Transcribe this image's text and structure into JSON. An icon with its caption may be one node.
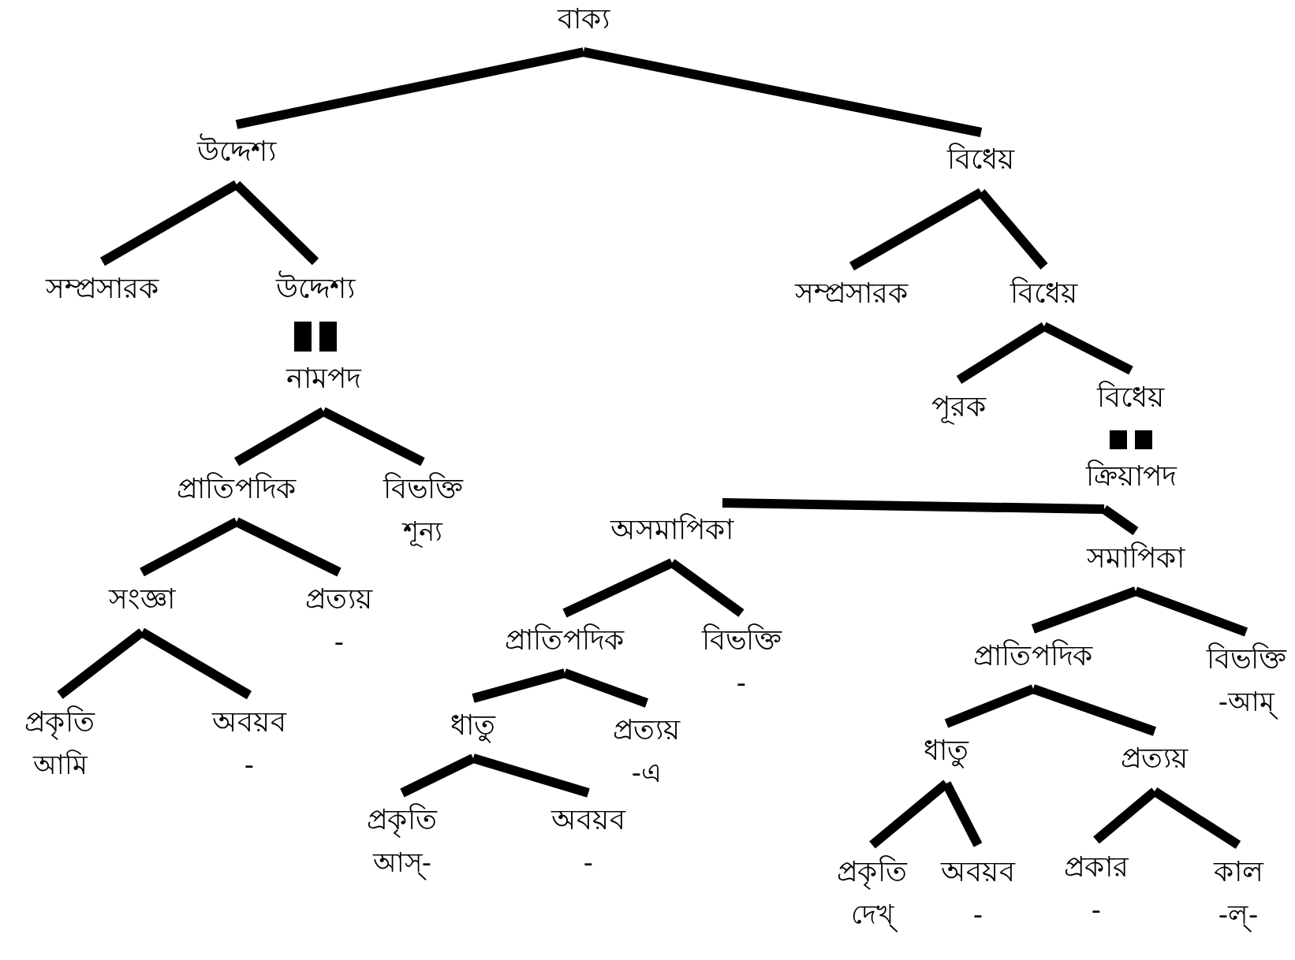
{
  "diagram": {
    "nodes": [
      {
        "text": [
          "বাক্য"
        ]
      },
      {
        "text": [
          "উদ্দেশ্য"
        ]
      },
      {
        "text": [
          "বিধেয়"
        ]
      },
      {
        "text": [
          "সম্প্রসারক"
        ]
      },
      {
        "text": [
          "উদ্দেশ্য"
        ]
      },
      {
        "text": [
          "নামপদ"
        ]
      },
      {
        "text": [
          "সম্প্রসারক"
        ]
      },
      {
        "text": [
          "বিধেয়"
        ]
      },
      {
        "text": [
          "পূরক"
        ]
      },
      {
        "text": [
          "বিধেয়"
        ]
      },
      {
        "text": [
          "ক্রিয়াপদ"
        ]
      },
      {
        "text": [
          "প্রাতিপদিক"
        ]
      },
      {
        "text": [
          "বিভক্তি"
        ],
        "beside": [
          "শূন্য"
        ]
      },
      {
        "text": [
          "সংজ্ঞা"
        ]
      },
      {
        "text": [
          "প্রত্যয়"
        ],
        "beside": [
          "-"
        ]
      },
      {
        "text": [
          "প্রকৃতি"
        ],
        "beside": [
          "আমি"
        ]
      },
      {
        "text": [
          "অবয়ব"
        ],
        "beside": [
          "-"
        ]
      },
      {
        "text": [
          "অসমাপিকা"
        ]
      },
      {
        "text": [
          "সমাপিকা"
        ]
      },
      {
        "text": [
          "প্রাতিপদিক"
        ]
      },
      {
        "text": [
          "বিভক্তি"
        ],
        "beside": [
          "-"
        ]
      },
      {
        "text": [
          "ধাতু"
        ]
      },
      {
        "text": [
          "প্রত্যয়"
        ],
        "beside": [
          "-এ"
        ]
      },
      {
        "text": [
          "প্রকৃতি"
        ],
        "beside": [
          "আস্-"
        ]
      },
      {
        "text": [
          "অবয়ব"
        ],
        "beside": [
          "-"
        ]
      },
      {
        "text": [
          "প্রাতিপদিক"
        ]
      },
      {
        "text": [
          "বিভক্তি"
        ],
        "beside": [
          "-আম্"
        ]
      },
      {
        "text": [
          "ধাতু"
        ]
      },
      {
        "text": [
          "প্রত্যয়"
        ]
      },
      {
        "text": [
          "প্রকৃতি"
        ],
        "beside": [
          "দেখ্"
        ]
      },
      {
        "text": [
          "অবয়ব"
        ],
        "beside": [
          "-"
        ]
      },
      {
        "text": [
          "প্রকার"
        ],
        "beside": [
          "-"
        ]
      },
      {
        "text": [
          "কাল"
        ],
        "beside": [
          "-ল্-"
        ]
      }
    ],
    "edges": [
      {
        "from": 0,
        "to": 1,
        "arrow": "none"
      },
      {
        "from": 0,
        "to": 2,
        "arrow": "none"
      },
      {
        "from": 1,
        "to": 3,
        "arrow": "none"
      },
      {
        "from": 1,
        "to": 4,
        "arrow": "none"
      },
      {
        "from": 4,
        "to": 5,
        "arrow": "none",
        "style": "thick"
      },
      {
        "from": 2,
        "to": 6,
        "arrow": "none"
      },
      {
        "from": 2,
        "to": 7,
        "arrow": "none"
      },
      {
        "from": 7,
        "to": 8,
        "arrow": "none"
      },
      {
        "from": 7,
        "to": 9,
        "arrow": "none"
      },
      {
        "from": 9,
        "to": 10,
        "arrow": "none",
        "style": "thick"
      },
      {
        "from": 5,
        "to": 11,
        "arrow": "none"
      },
      {
        "from": 5,
        "to": 12,
        "arrow": "none"
      },
      {
        "from": 11,
        "to": 13,
        "arrow": "none"
      },
      {
        "from": 11,
        "to": 14,
        "arrow": "none"
      },
      {
        "from": 13,
        "to": 15,
        "arrow": "none"
      },
      {
        "from": 13,
        "to": 16,
        "arrow": "none"
      },
      {
        "from": 10,
        "to": 17,
        "arrow": "none"
      },
      {
        "from": 10,
        "to": 18,
        "arrow": "none"
      },
      {
        "from": 17,
        "to": 19,
        "arrow": "none"
      },
      {
        "from": 17,
        "to": 20,
        "arrow": "none"
      },
      {
        "from": 19,
        "to": 21,
        "arrow": "none"
      },
      {
        "from": 19,
        "to": 22,
        "arrow": "none"
      },
      {
        "from": 21,
        "to": 23,
        "arrow": "none"
      },
      {
        "from": 21,
        "to": 24,
        "arrow": "none"
      },
      {
        "from": 18,
        "to": 25,
        "arrow": "none"
      },
      {
        "from": 18,
        "to": 26,
        "arrow": "none"
      },
      {
        "from": 25,
        "to": 27,
        "arrow": "none"
      },
      {
        "from": 25,
        "to": 28,
        "arrow": "none"
      },
      {
        "from": 27,
        "to": 29,
        "arrow": "none"
      },
      {
        "from": 27,
        "to": 30,
        "arrow": "none"
      },
      {
        "from": 28,
        "to": 31,
        "arrow": "none"
      },
      {
        "from": 28,
        "to": 32,
        "arrow": "none"
      }
    ]
  }
}
